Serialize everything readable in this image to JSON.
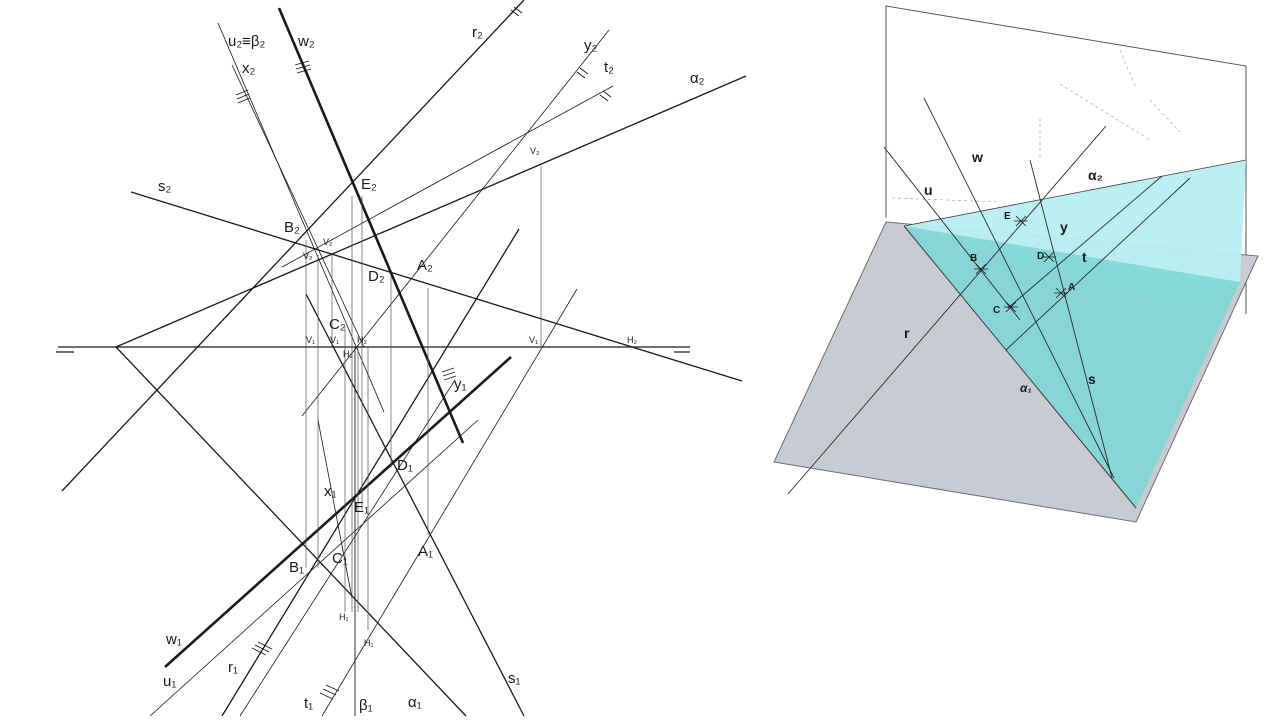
{
  "orthographic": {
    "trace_labels": {
      "u2_beta2": "u₂≡β₂",
      "x2": "x₂",
      "w2": "w₂",
      "r2": "r₂",
      "y2": "y₂",
      "t2": "t₂",
      "alpha2": "α₂",
      "s2": "s₂",
      "s1": "s₁",
      "w1": "w₁",
      "u1": "u₁",
      "r1": "r₁",
      "t1": "t₁",
      "beta1": "β₁",
      "alpha1": "α₁",
      "x1": "x₁",
      "y1": "y₁"
    },
    "point_labels": {
      "E2": "E₂",
      "B2": "B₂",
      "D2": "D₂",
      "A2": "A₂",
      "C2": "C₂",
      "V2_upper": "V₂",
      "V2_small_a": "V₂",
      "V2_small_b": "V₂",
      "V1_a": "V₁",
      "V1_b": "V₁",
      "V1_c": "V₁",
      "H2_a": "H₂",
      "H2_b": "H₂",
      "H2_c": "H₂",
      "D1": "D₁",
      "E1": "E₁",
      "B1": "B₁",
      "C1": "C₁",
      "A1": "A₁",
      "H1_a": "H₁",
      "H1_b": "H₁"
    }
  },
  "axonometric": {
    "line_labels": {
      "w": "w",
      "u": "u",
      "alpha2": "α₂",
      "y": "y",
      "t": "t",
      "r": "r",
      "alpha1": "α₁",
      "s": "s"
    },
    "point_labels": {
      "E": "E",
      "B": "B",
      "D": "D",
      "A": "A",
      "C": "C"
    },
    "colors": {
      "plane_alpha_upper": "#b8eef0",
      "plane_alpha_lower": "#7fd6d6",
      "ground_plane": "#c8ccd2",
      "ground_edge": "#6a6e74"
    }
  }
}
